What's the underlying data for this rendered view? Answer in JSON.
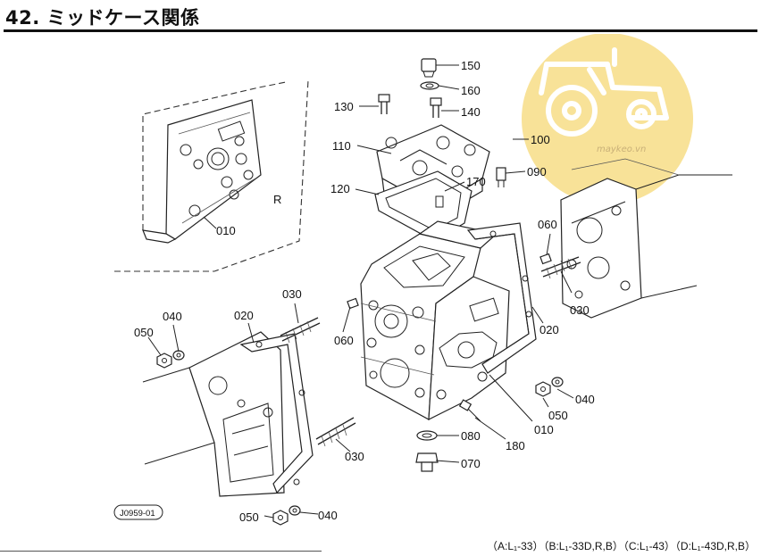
{
  "header": {
    "title": "42. ミッドケース関係"
  },
  "watermark": {
    "site": "maykeo.vn",
    "circle_color": "#f7dd86",
    "icon": "tractor-icon"
  },
  "callouts": {
    "p150": "150",
    "p160": "160",
    "p140": "140",
    "p130": "130",
    "p110": "110",
    "p120": "120",
    "p170": "170",
    "p100": "100",
    "p090": "090",
    "p060_right": "060",
    "p030_right": "030",
    "p020_right": "020",
    "p030_left": "030",
    "p020_left": "020",
    "p040_left": "040",
    "p050_left": "050",
    "p060_left": "060",
    "p010_top": "010",
    "section_r": "R",
    "p040_right": "040",
    "p050_right": "050",
    "p010_main": "010",
    "p180": "180",
    "p080": "080",
    "p070": "070",
    "p030_bottom": "030",
    "p050_bottom": "050",
    "p040_bottom": "040"
  },
  "drawing_code": "J0959-01",
  "footer": {
    "models": "（A:L₁-33）（B:L₁-33D,R,B）（C:L₁-43）（D:L₁-43D,R,B）"
  }
}
